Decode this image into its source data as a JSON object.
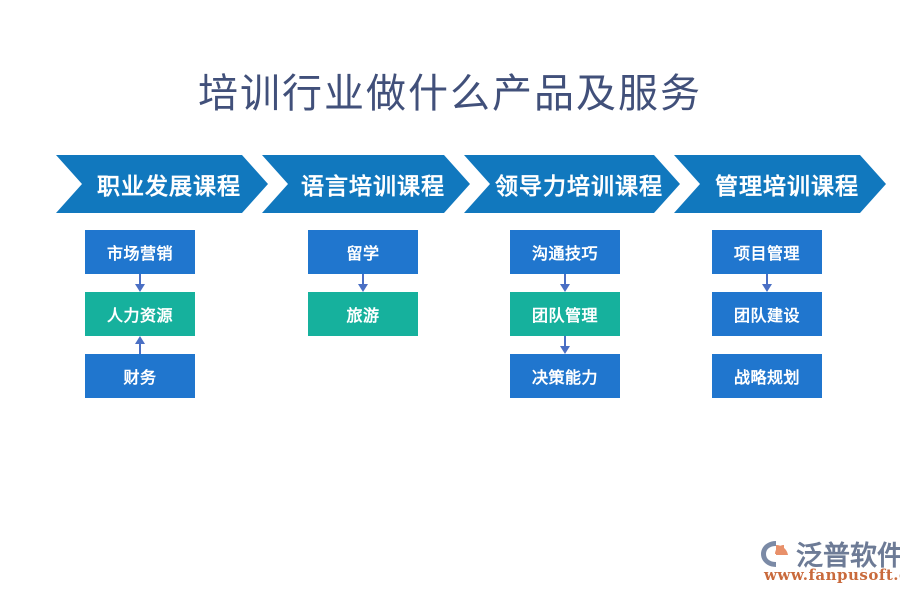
{
  "slide": {
    "title": "培训行业做什么产品及服务",
    "background_color": "#ffffff",
    "title_color": "#41507a"
  },
  "colors": {
    "banner_blue": "#1178be",
    "node_blue": "#2076ce",
    "node_teal": "#16b19d",
    "arrow_blue": "#4a6fc4",
    "title_slate": "#41507a",
    "logo_gray": "#6d7b96",
    "logo_orange": "#c96a3c"
  },
  "banners": [
    {
      "label": "职业发展课程"
    },
    {
      "label": "语言培训课程"
    },
    {
      "label": "领导力培训课程"
    },
    {
      "label": "管理培训课程"
    }
  ],
  "columns": [
    {
      "banner": "职业发展课程",
      "nodes": [
        {
          "label": "市场营销",
          "color": "blue",
          "arrow_below": "down"
        },
        {
          "label": "人力资源",
          "color": "teal",
          "arrow_below": "up"
        },
        {
          "label": "财务",
          "color": "blue",
          "arrow_below": "none"
        }
      ]
    },
    {
      "banner": "语言培训课程",
      "nodes": [
        {
          "label": "留学",
          "color": "blue",
          "arrow_below": "down"
        },
        {
          "label": "旅游",
          "color": "teal",
          "arrow_below": "none"
        }
      ]
    },
    {
      "banner": "领导力培训课程",
      "nodes": [
        {
          "label": "沟通技巧",
          "color": "blue",
          "arrow_below": "down"
        },
        {
          "label": "团队管理",
          "color": "teal",
          "arrow_below": "down"
        },
        {
          "label": "决策能力",
          "color": "blue",
          "arrow_below": "none"
        }
      ]
    },
    {
      "banner": "管理培训课程",
      "nodes": [
        {
          "label": "项目管理",
          "color": "blue",
          "arrow_below": "down"
        },
        {
          "label": "团队建设",
          "color": "blue",
          "arrow_below": "none"
        },
        {
          "label": "战略规划",
          "color": "blue",
          "arrow_below": "none"
        }
      ]
    }
  ],
  "logo": {
    "name": "泛普软件",
    "url": "www.fanpusoft.com",
    "mark": "fanpu-swoosh-icon"
  }
}
